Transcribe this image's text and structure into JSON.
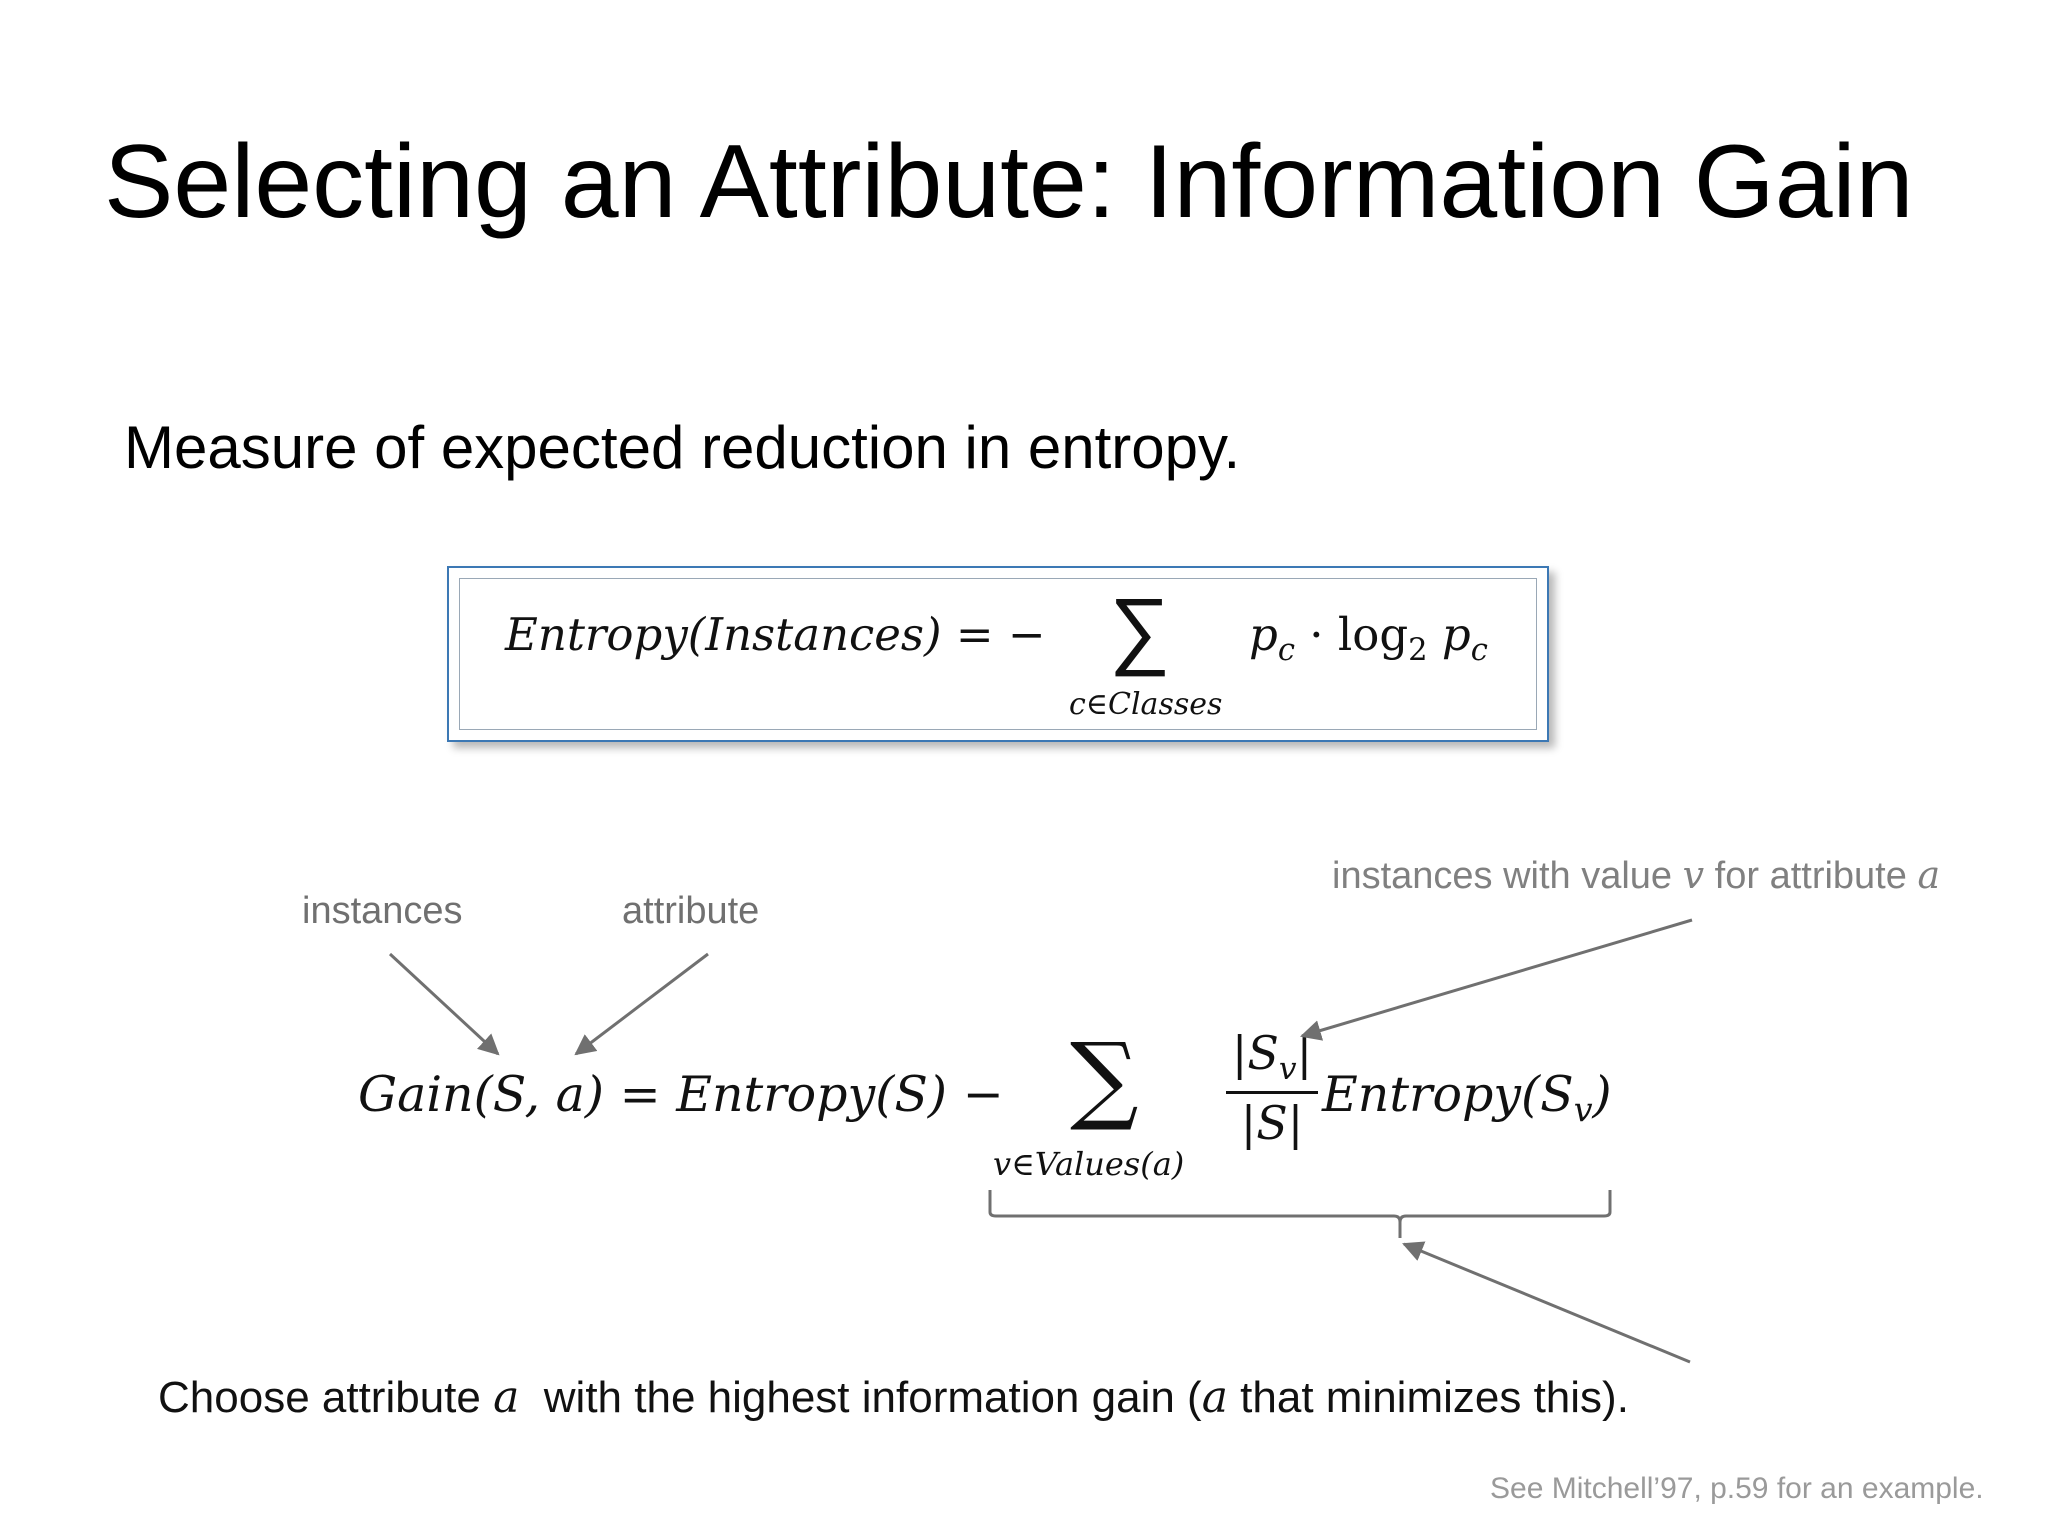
{
  "slide": {
    "title": "Selecting an Attribute: Information Gain",
    "subtitle": "Measure of expected reduction in entropy."
  },
  "entropy_formula": {
    "lhs": "Entropy(Instances) = −",
    "sigma": "∑",
    "subscript": "c∈Classes",
    "term_p": "p",
    "term_c": "c",
    "term_dot_log": " · log",
    "term_2": "2",
    "term_p2": " p",
    "term_c2": "c"
  },
  "gain_formula": {
    "lhs": "Gain(S, a) = Entropy(S)  −",
    "sigma": "∑",
    "subscript": "v∈Values(a)",
    "numerator_open": "|S",
    "numerator_sub": "v",
    "numerator_close": "|",
    "denominator": "|S|",
    "rhs_open": "Entropy(S",
    "rhs_sub": "v",
    "rhs_close": ")"
  },
  "annotations": {
    "instances": "instances",
    "attribute": "attribute",
    "instances_value_prefix": "instances with value ",
    "instances_value_v": "v",
    "instances_value_mid": " for attribute ",
    "instances_value_a": "a"
  },
  "bottom_note": {
    "part1": "Choose attribute ",
    "a1": "a",
    "part2": "  with the highest information gain (",
    "a2": "a",
    "part3": " that minimizes this)."
  },
  "footnote": "See Mitchell’97, p.59 for an example."
}
